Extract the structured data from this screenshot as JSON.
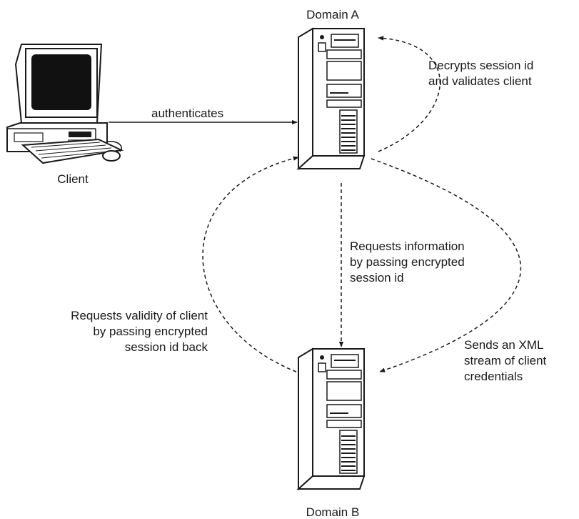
{
  "nodes": {
    "client": {
      "label": "Client"
    },
    "domain_a": {
      "label": "Domain A"
    },
    "domain_b": {
      "label": "Domain B"
    }
  },
  "edges": {
    "authenticates": {
      "lines": [
        "authenticates"
      ]
    },
    "decrypts": {
      "lines": [
        "Decrypts session id",
        "and validates client"
      ]
    },
    "requests_info": {
      "lines": [
        "Requests information",
        "by passing encrypted",
        "session id"
      ]
    },
    "requests_validity": {
      "lines": [
        "Requests validity of client",
        "by passing encrypted",
        "session id back"
      ]
    },
    "sends_xml": {
      "lines": [
        "Sends an XML",
        "stream of client",
        "credentials"
      ]
    }
  },
  "colors": {
    "stroke": "#1a1a1a",
    "screen": "#111111",
    "background": "#ffffff"
  }
}
